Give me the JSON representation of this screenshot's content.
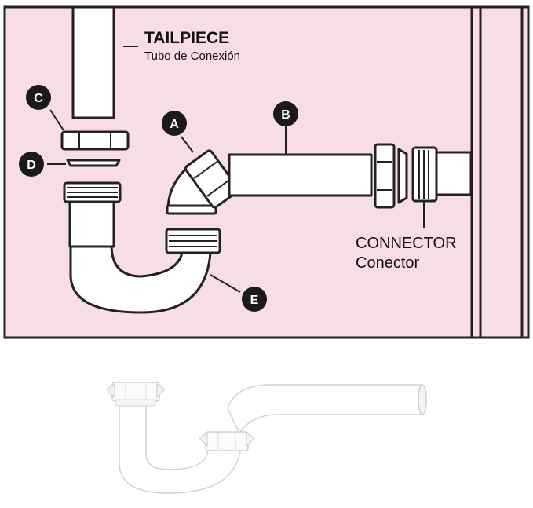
{
  "diagram": {
    "tailpiece": {
      "label": "TAILPIECE",
      "sublabel": "Tubo de Conexión"
    },
    "connector": {
      "label": "CONNECTOR",
      "sublabel": "Conector"
    },
    "parts": [
      {
        "key": "c",
        "letter": "C"
      },
      {
        "key": "d",
        "letter": "D"
      },
      {
        "key": "a",
        "letter": "A"
      },
      {
        "key": "b",
        "letter": "B"
      },
      {
        "key": "e",
        "letter": "E"
      }
    ]
  },
  "colors": {
    "panel_background": "#f7dde4",
    "outline": "#222222",
    "badge": "#1a1a1a",
    "product_white": "#ffffff"
  }
}
